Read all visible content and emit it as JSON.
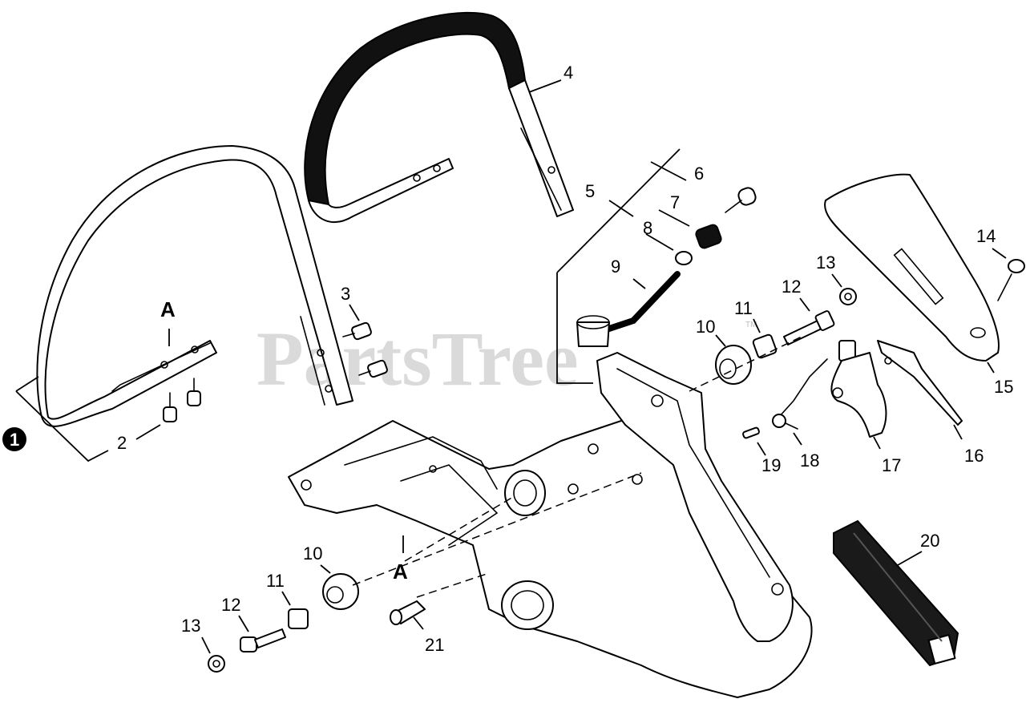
{
  "watermark": {
    "text": "PartsTree",
    "tm": "TM"
  },
  "callouts": {
    "c1": "1",
    "c2": "2",
    "c3": "3",
    "c4": "4",
    "c5": "5",
    "c6": "6",
    "c7": "7",
    "c8": "8",
    "c9": "9",
    "c10a": "10",
    "c10b": "10",
    "c11a": "11",
    "c11b": "11",
    "c12a": "12",
    "c12b": "12",
    "c13a": "13",
    "c13b": "13",
    "c14": "14",
    "c15": "15",
    "c16": "16",
    "c17": "17",
    "c18": "18",
    "c19": "19",
    "c20": "20",
    "c21": "21"
  },
  "refs": {
    "a_top": "A",
    "a_bottom": "A"
  }
}
